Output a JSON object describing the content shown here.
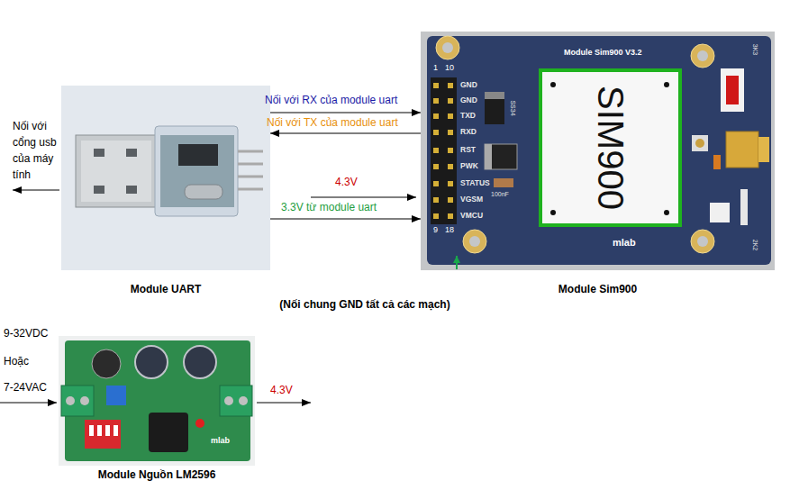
{
  "diagram": {
    "nodes": [
      {
        "text": [
          "Module UART"
        ]
      },
      {
        "text": [
          "Module Sim900"
        ]
      },
      {
        "text": [
          "Module Nguồn LM2596"
        ]
      }
    ],
    "edges": [
      {
        "from": 0,
        "to": 1,
        "arrow": "to",
        "label": "Nối với RX của module uart"
      },
      {
        "from": 1,
        "to": 0,
        "arrow": "to",
        "label": "Nối với TX của module uart"
      },
      {
        "from": 0,
        "to": 1,
        "arrow": "to",
        "label": "3.3V từ module uart"
      }
    ],
    "labels": [
      "Nối với cổng usb của máy tính",
      "Module Sim900 V3.2",
      "1",
      "10",
      "GND",
      "GND",
      "TXD",
      "RXD",
      "RST",
      "PWK",
      "STATUS",
      "VGSM",
      "VMCU",
      "9",
      "18",
      "SS34",
      "100nF",
      "SIM900",
      "mlab",
      "3K3",
      "2K2",
      "4.3V",
      "(Nối chung GND tất cả các mạch)",
      "9-32VDC",
      "Hoặc",
      "7-24VAC",
      "mlab",
      "4.3V"
    ]
  }
}
